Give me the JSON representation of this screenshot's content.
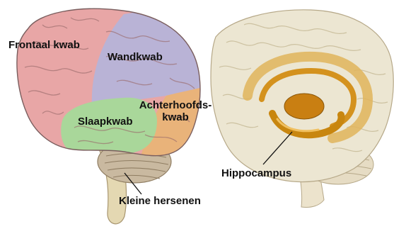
{
  "diagram": {
    "left_brain": {
      "labels": {
        "frontal": "Frontaal kwab",
        "parietal": "Wandkwab",
        "temporal": "Slaapkwab",
        "occipital_line1": "Achterhoofds-",
        "occipital_line2": "kwab",
        "cerebellum": "Kleine hersenen"
      }
    },
    "right_brain": {
      "labels": {
        "hippocampus": "Hippocampus"
      }
    },
    "colors": {
      "frontal": "#e8a6a6",
      "parietal": "#b9b3d6",
      "temporal": "#a9d79a",
      "occipital": "#e9b37a",
      "cerebellum": "#c9b9a0",
      "stem": "#e4d8b2",
      "right_brain": "#ece6d2",
      "hippocampus": "#d4921e"
    }
  }
}
